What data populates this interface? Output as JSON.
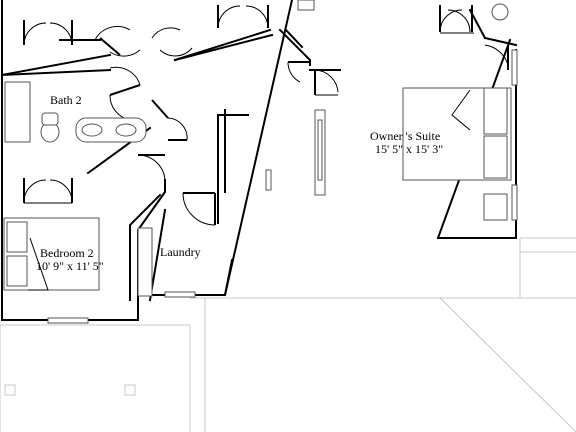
{
  "plan": {
    "rooms": [
      {
        "id": "bath2",
        "name": "Bath 2",
        "dims": ""
      },
      {
        "id": "bedroom2",
        "name": "Bedroom 2",
        "dims": "10' 9\" x 11' 5\""
      },
      {
        "id": "laundry",
        "name": "Laundry",
        "dims": ""
      },
      {
        "id": "owners-suite",
        "name": "Owner 's Suite",
        "dims": "15' 5\" x 15' 3\""
      }
    ]
  },
  "colors": {
    "wall": "#000000",
    "faint_line": "#c8c8c8",
    "fixture": "#555555",
    "background": "#ffffff"
  }
}
